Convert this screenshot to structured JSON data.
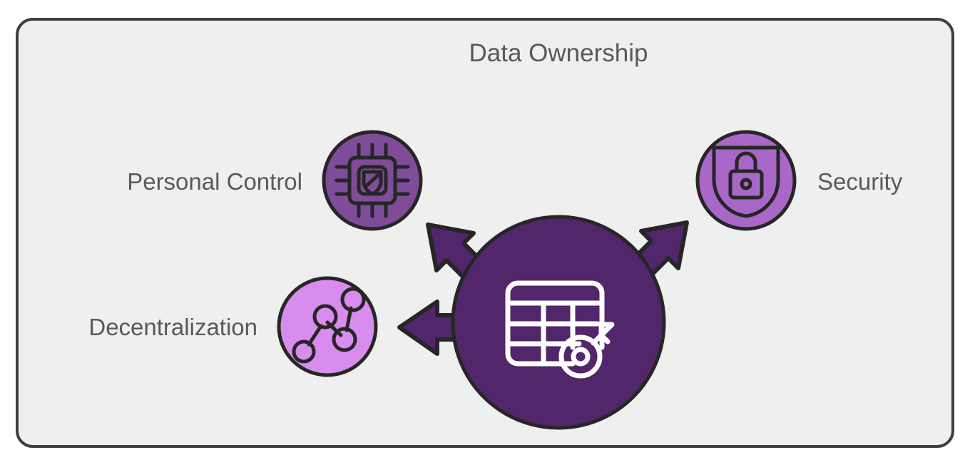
{
  "diagram": {
    "title": "Data Ownership",
    "container": {
      "fill": "#efefef",
      "border_color": "#3f3f3f",
      "corner_radius": 22
    },
    "center": {
      "label": "",
      "icon": "database-table-key-icon",
      "fill": "#52266a",
      "stroke": "#262626",
      "icon_color": "#ffffff"
    },
    "arrow": {
      "fill": "#52266a",
      "stroke": "#262626"
    },
    "nodes": [
      {
        "id": "personal-control",
        "label": "Personal Control",
        "icon": "chip-shield-icon",
        "fill": "#7f4c99",
        "stroke": "#262626",
        "icon_color": "#262626",
        "label_color": "#595959"
      },
      {
        "id": "security",
        "label": "Security",
        "icon": "shield-lock-icon",
        "fill": "#a968c8",
        "stroke": "#262626",
        "icon_color": "#262626",
        "label_color": "#595959"
      },
      {
        "id": "decentralization",
        "label": "Decentralization",
        "icon": "network-nodes-icon",
        "fill": "#d78cee",
        "stroke": "#262626",
        "icon_color": "#262626",
        "label_color": "#595959"
      }
    ]
  }
}
